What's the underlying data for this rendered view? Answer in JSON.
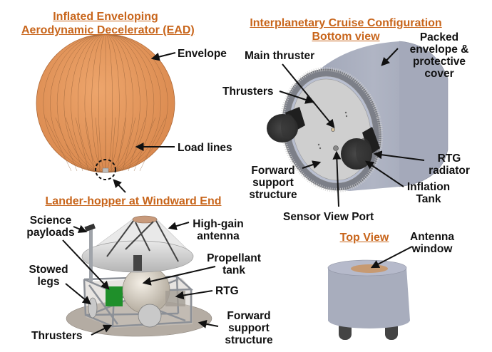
{
  "colors": {
    "title": "#c8651b",
    "envelope": "#e6995e",
    "cover": "#a7acbc",
    "text": "#111111"
  },
  "panels": {
    "ead": {
      "title_line1": "Inflated Enveloping",
      "title_line2": "Aerodynamic Decelerator (EAD)",
      "labels": {
        "envelope": "Envelope",
        "load_lines": "Load lines"
      }
    },
    "cruise": {
      "title_line1": "Interplanetary Cruise Configuration",
      "title_line2": "Bottom view",
      "labels": {
        "packed_1": "Packed",
        "packed_2": "envelope &",
        "packed_3": "protective",
        "packed_4": "cover",
        "main_thruster": "Main thruster",
        "thrusters": "Thrusters",
        "forward_1": "Forward",
        "forward_2": "support",
        "forward_3": "structure",
        "sensor_port": "Sensor View Port",
        "rtg_1": "RTG",
        "rtg_2": "radiator",
        "inflation_1": "Inflation",
        "inflation_2": "Tank"
      }
    },
    "lander": {
      "title": "Lander-hopper at Windward End",
      "labels": {
        "science_1": "Science",
        "science_2": "payloads",
        "hga_1": "High-gain",
        "hga_2": "antenna",
        "prop_1": "Propellant",
        "prop_2": "tank",
        "stowed_1": "Stowed",
        "stowed_2": "legs",
        "rtg": "RTG",
        "thrusters": "Thrusters",
        "forward_1": "Forward",
        "forward_2": "support",
        "forward_3": "structure"
      }
    },
    "top": {
      "title": "Top View",
      "labels": {
        "antenna_1": "Antenna",
        "antenna_2": "window"
      }
    }
  }
}
